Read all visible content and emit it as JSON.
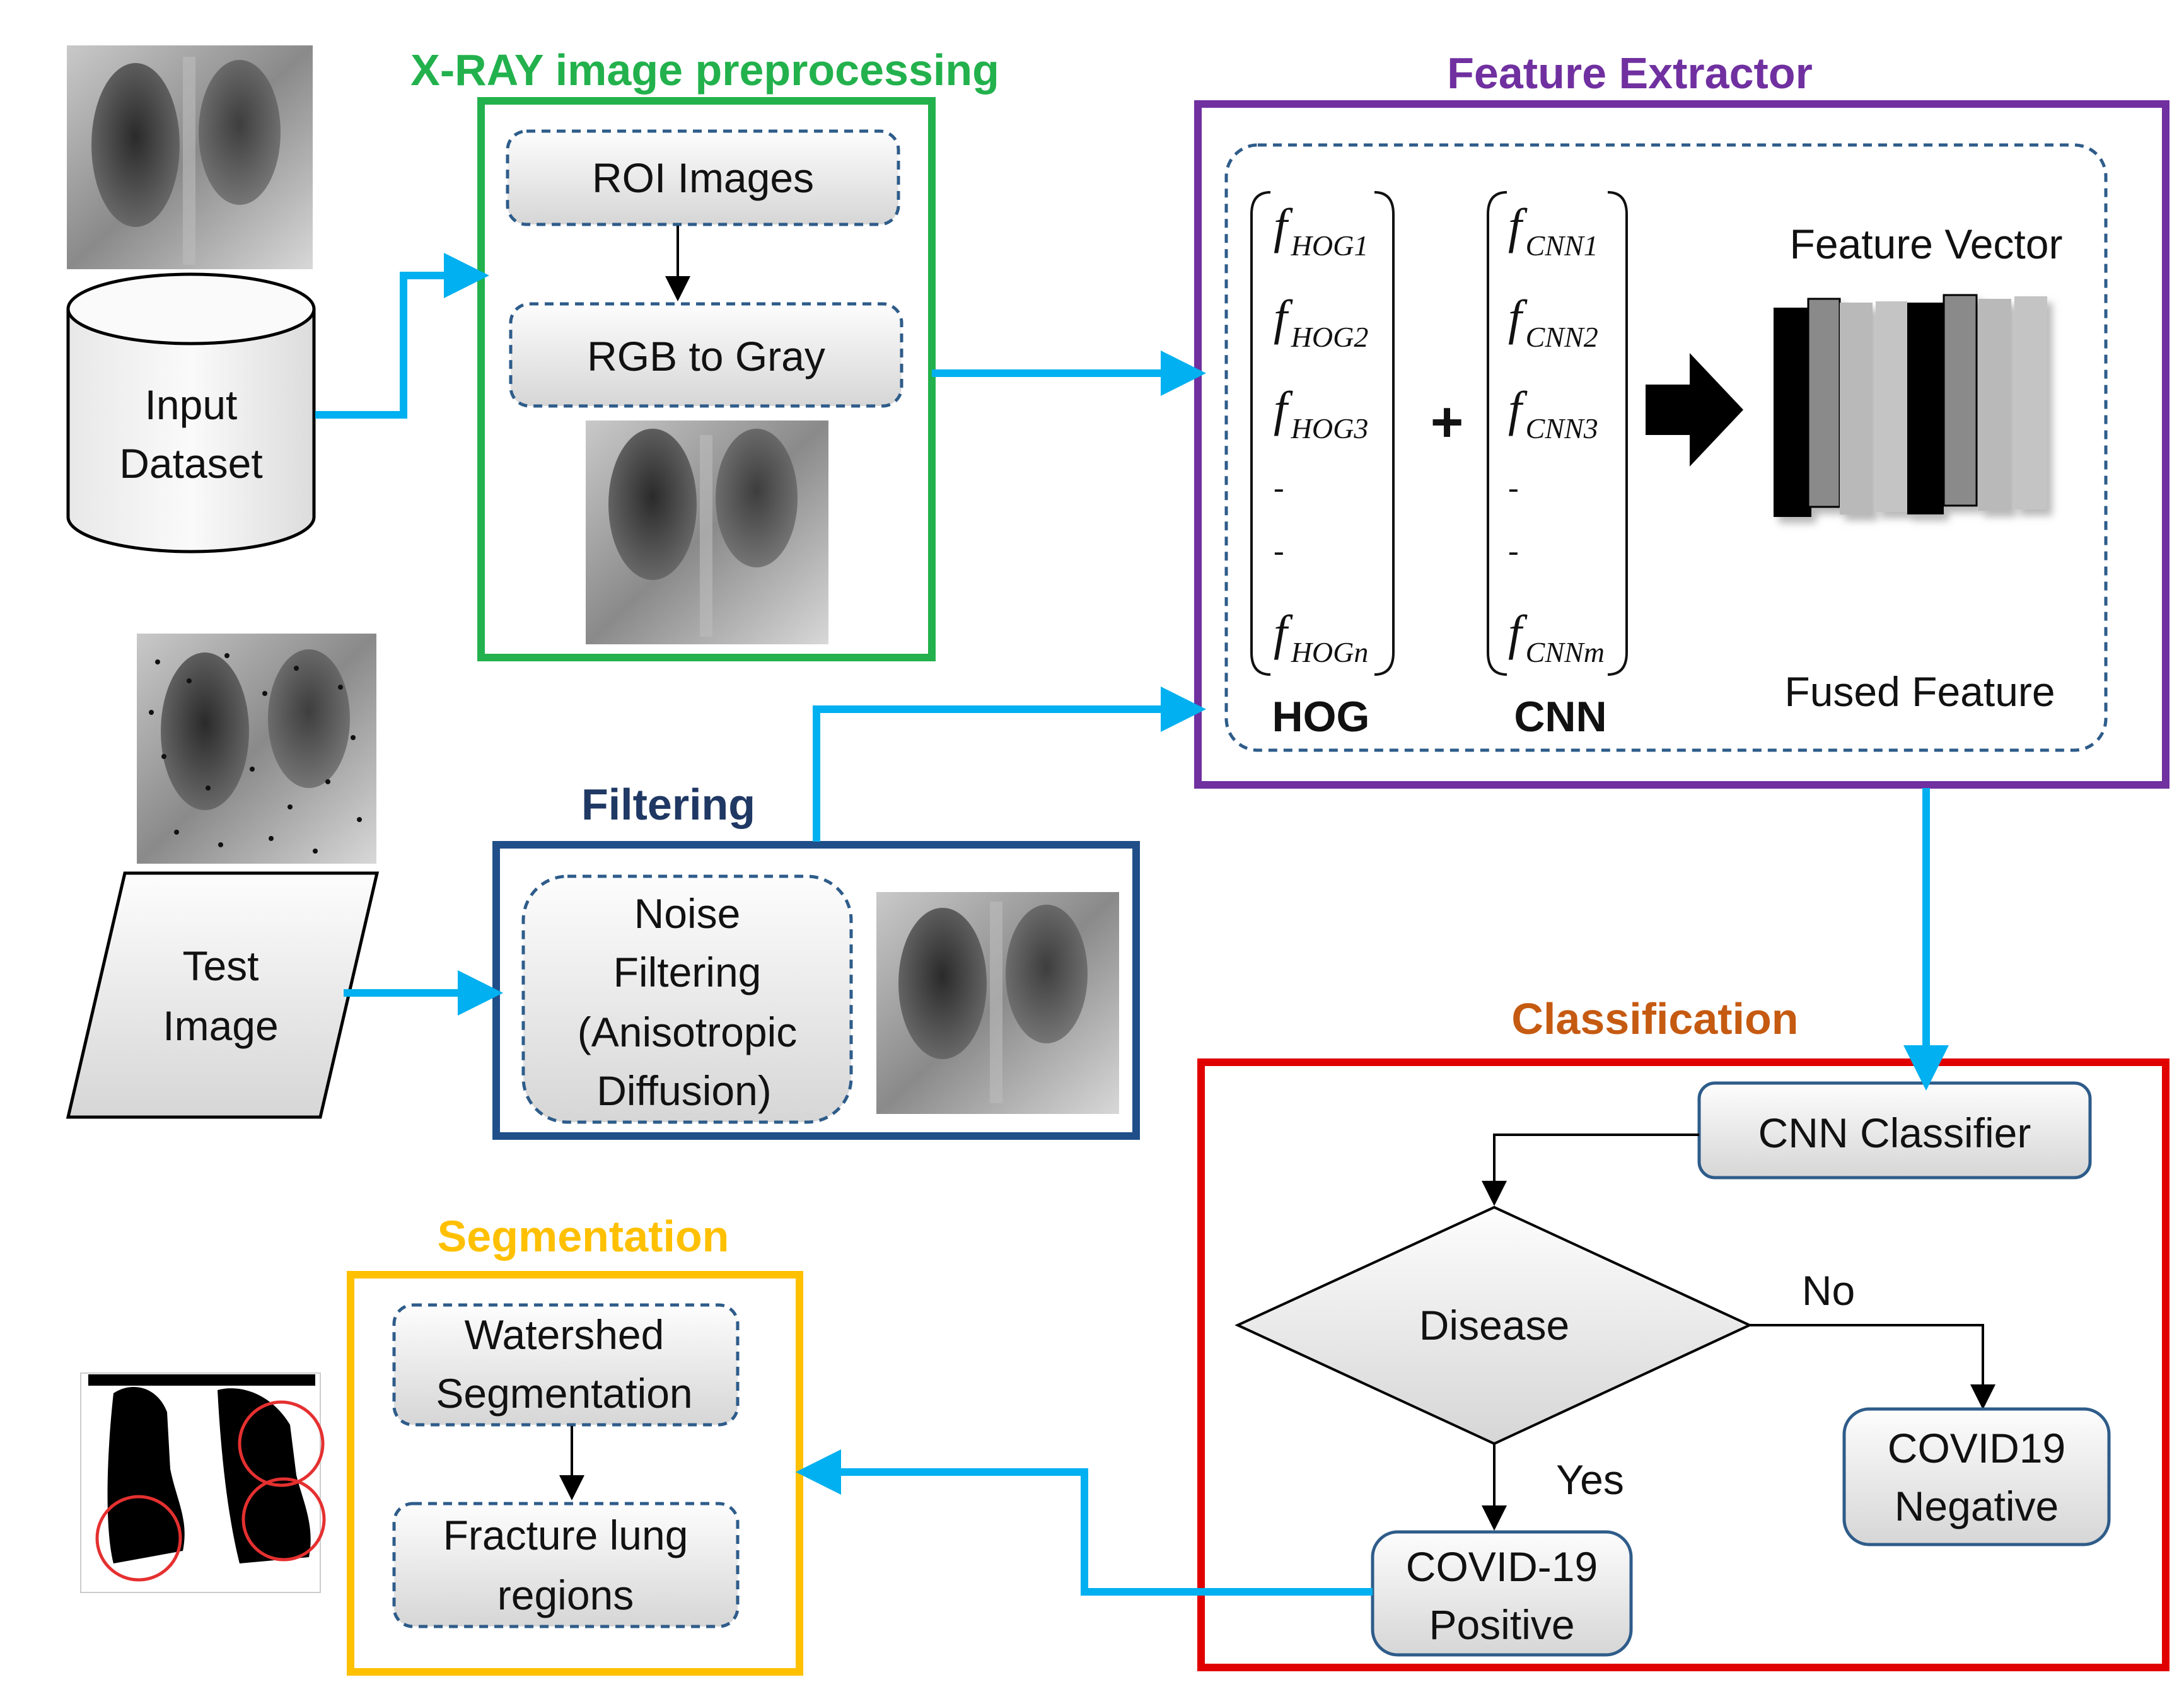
{
  "input": {
    "line1": "Input",
    "line2": "Dataset"
  },
  "test_image": {
    "line1": "Test",
    "line2": "Image"
  },
  "preprocessing": {
    "title": "X-RAY image preprocessing",
    "title_color": "#22b14c",
    "roi": "ROI Images",
    "gray": "RGB to Gray"
  },
  "feature_extractor": {
    "title": "Feature Extractor",
    "title_color": "#7030a0",
    "hog_label": "HOG",
    "cnn_label": "CNN",
    "plus": "+",
    "hog_terms": [
      {
        "f": "f",
        "sub": "HOG1"
      },
      {
        "f": "f",
        "sub": "HOG2"
      },
      {
        "f": "f",
        "sub": "HOG3"
      },
      {
        "f": "-",
        "sub": ""
      },
      {
        "f": "-",
        "sub": ""
      },
      {
        "f": "f",
        "sub": "HOGn"
      }
    ],
    "cnn_terms": [
      {
        "f": "f",
        "sub": "CNN1"
      },
      {
        "f": "f",
        "sub": "CNN2"
      },
      {
        "f": "f",
        "sub": "CNN3"
      },
      {
        "f": "-",
        "sub": ""
      },
      {
        "f": "-",
        "sub": ""
      },
      {
        "f": "f",
        "sub": "CNNm"
      }
    ],
    "feature_vector": "Feature Vector",
    "fused_feature": "Fused Feature"
  },
  "filtering": {
    "title": "Filtering",
    "title_color": "#1f3864",
    "line1": "Noise",
    "line2": "Filtering",
    "line3": "(Anisotropic",
    "line4": "Diffusion)"
  },
  "classification": {
    "title": "Classification",
    "title_color": "#c55a11",
    "classifier": "CNN Classifier",
    "decision": "Disease",
    "no": "No",
    "yes": "Yes",
    "positive_1": "COVID-19",
    "positive_2": "Positive",
    "negative_1": "COVID19",
    "negative_2": "Negative"
  },
  "segmentation": {
    "title": "Segmentation",
    "title_color": "#ffc000",
    "watershed_1": "Watershed",
    "watershed_2": "Segmentation",
    "fracture_1": "Fracture lung",
    "fracture_2": "regions"
  },
  "colors": {
    "arrow": "#00b0f0",
    "green_box": "#22b14c",
    "purple_box": "#7030a0",
    "blue_box": "#1f4e89",
    "red_box": "#e00000",
    "yellow_box": "#ffc000",
    "dashed": "#2e5c8a"
  }
}
